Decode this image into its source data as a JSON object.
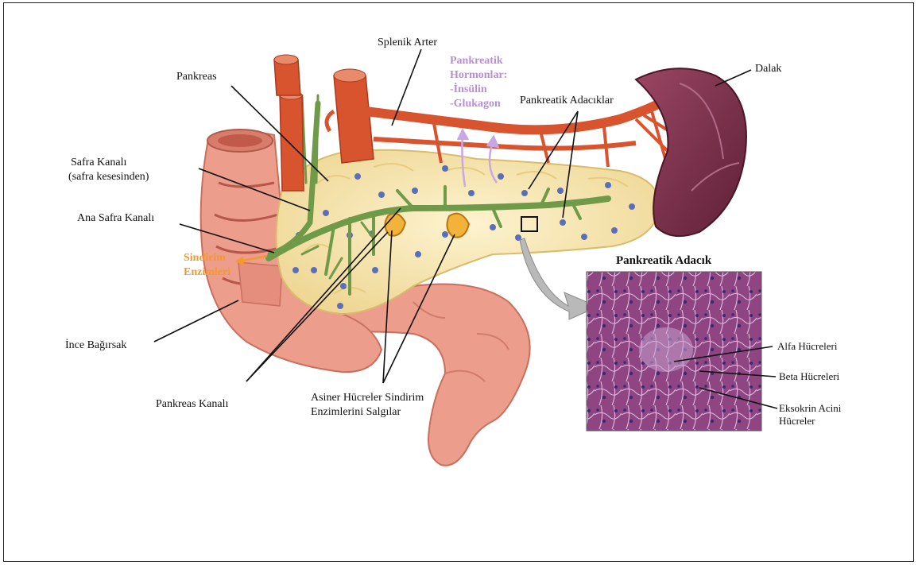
{
  "labels": {
    "splenic_artery": "Splenik Arter",
    "spleen": "Dalak",
    "pancreas": "Pankreas",
    "hormones_title_1": "Pankreatik",
    "hormones_title_2": "Hormonlar:",
    "hormone_insulin": "-İnsülin",
    "hormone_glucagon": "-Glukagon",
    "pancreatic_islets": "Pankreatik Adacıklar",
    "bile_duct_1": "Safra Kanalı",
    "bile_duct_2": "(safra kesesinden)",
    "common_bile_duct": "Ana Safra Kanalı",
    "digestive_enzymes_1": "Sindirim",
    "digestive_enzymes_2": "Enzimleri",
    "small_intestine": "İnce Bağırsak",
    "pancreatic_duct": "Pankreas Kanalı",
    "acinar_1": "Asiner Hücreler Sindirim",
    "acinar_2": "Enzimlerini Salgılar",
    "islet_title": "Pankreatik Adacık",
    "alpha_cells": "Alfa Hücreleri",
    "beta_cells": "Beta Hücreleri",
    "exocrine_1": "Eksokrin Acini",
    "exocrine_2": "Hücreler"
  },
  "colors": {
    "pancreas": "#f6e6b4",
    "duct": "#6f9a4a",
    "artery": "#d8542f",
    "spleen": "#7c2f4a",
    "intestine": "#ec9d8c",
    "islet_dot": "#5b6fb8",
    "hormone_text": "#b98ed6",
    "enzyme_text": "#f29a2e",
    "histology": "#8a3e7a"
  }
}
